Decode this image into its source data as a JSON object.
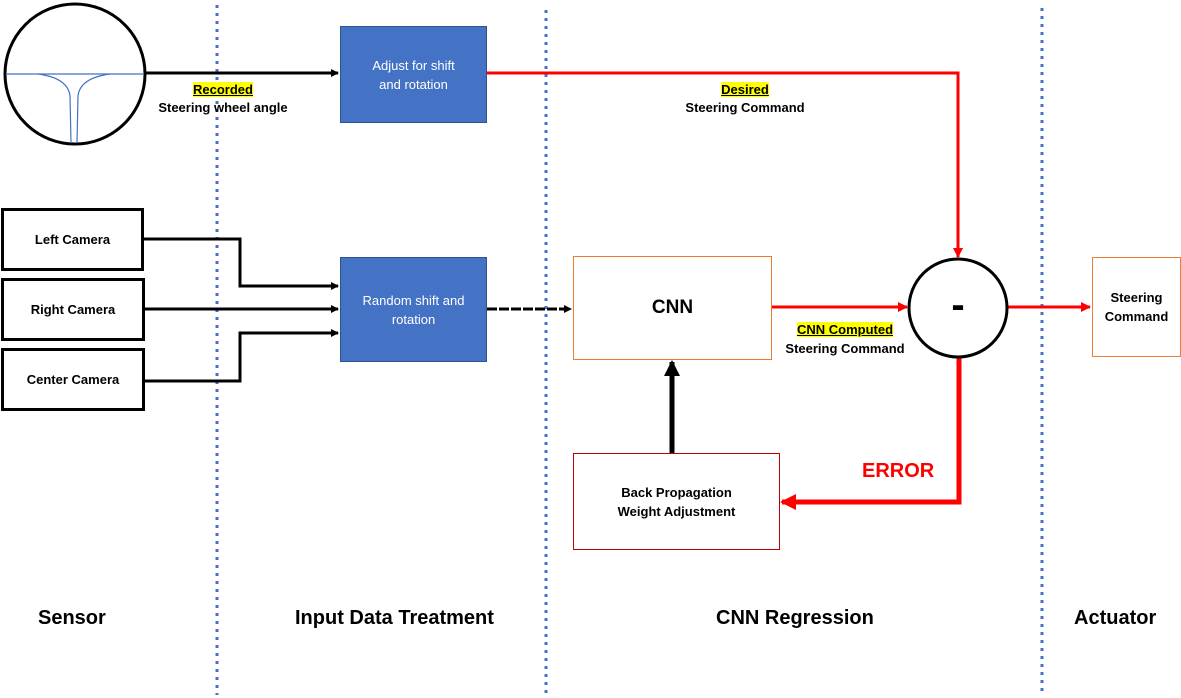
{
  "sensor": {
    "recorded_label": "Recorded",
    "steering_angle_label": "Steering wheel angle",
    "cameras": [
      "Left Camera",
      "Right Camera",
      "Center Camera"
    ]
  },
  "treatment": {
    "adjust_box": "Adjust  for shift\nand rotation",
    "random_box": "Random shift and\nrotation"
  },
  "regression": {
    "desired_label": "Desired",
    "desired_sub": "Steering Command",
    "cnn_box": "CNN",
    "cnn_computed_label": "CNN Computed",
    "cnn_computed_sub": "Steering Command",
    "subtract_symbol": "-",
    "error_label": "ERROR",
    "backprop_box": "Back Propagation\nWeight Adjustment"
  },
  "actuator": {
    "steering_box": "Steering\nCommand"
  },
  "sections": [
    "Sensor",
    "Input Data Treatment",
    "CNN Regression",
    "Actuator"
  ],
  "colors": {
    "red_arrow": "#ff0000",
    "blue_box": "#4472c4",
    "orange_border": "#ed7d31",
    "dark_red_border": "#c00000",
    "divider": "#4472c4",
    "highlight": "#ffff00"
  }
}
